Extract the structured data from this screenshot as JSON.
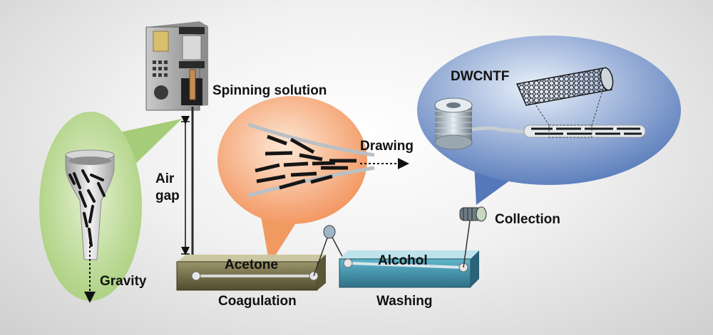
{
  "labels": {
    "spinning_solution": "Spinning solution",
    "air_gap_line1": "Air",
    "air_gap_line2": "gap",
    "drawing": "Drawing",
    "dwcntf": "DWCNTF",
    "collection": "Collection",
    "gravity": "Gravity",
    "acetone": "Acetone",
    "alcohol": "Alcohol",
    "coagulation": "Coagulation",
    "washing": "Washing"
  },
  "colors": {
    "green_bubble": "#c8dfa6",
    "orange_bubble": "#f6a470",
    "blue_bubble": "#5f86c4",
    "acetone_bath": "#6f6a46",
    "alcohol_bath": "#3f8fa6",
    "pump_body": "#a9a9a9"
  },
  "icons": {
    "pump": "syringe-pump-icon",
    "spool": "fiber-spool-icon",
    "nanotube": "carbon-nanotube-icon"
  }
}
